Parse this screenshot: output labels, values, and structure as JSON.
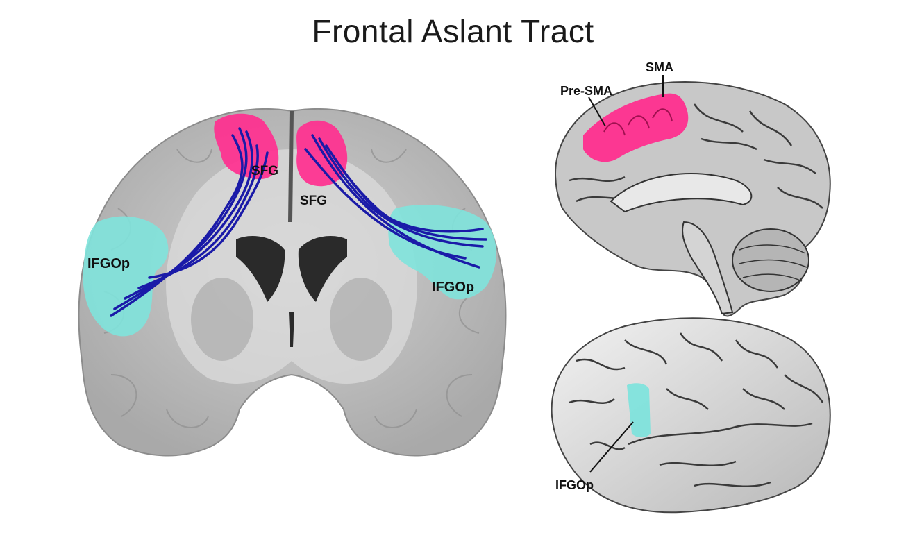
{
  "title": "Frontal Aslant Tract",
  "coronal": {
    "labels": {
      "sfg_left": "SFG",
      "sfg_right": "SFG",
      "ifgop_left": "IFGOp",
      "ifgop_right": "IFGOp"
    }
  },
  "medial": {
    "labels": {
      "sma": "SMA",
      "pre_sma": "Pre-SMA"
    }
  },
  "lateral": {
    "labels": {
      "ifgop": "IFGOp"
    }
  },
  "colors": {
    "sfg_region": "#ff2f8f",
    "ifg_region": "#7fe3dc",
    "tract": "#1a1aa8",
    "brain_tissue": "#b9b9b9"
  }
}
